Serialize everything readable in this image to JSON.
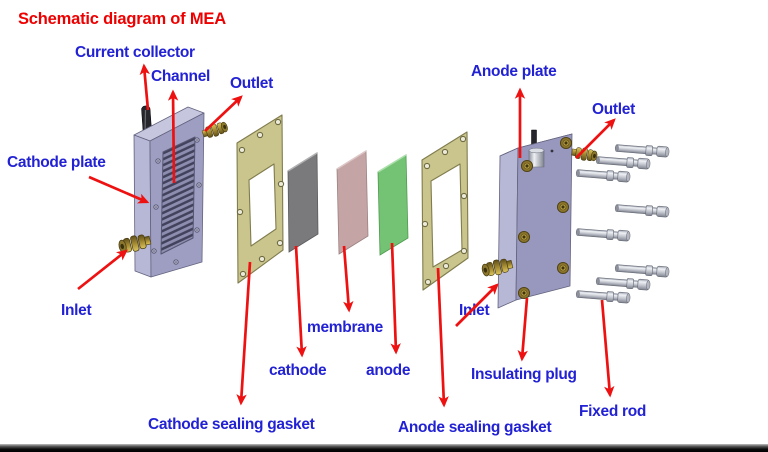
{
  "title": {
    "text": "Schematic diagram of MEA"
  },
  "labels": {
    "current_collector": "Current collector",
    "channel": "Channel",
    "outlet_left": "Outlet",
    "cathode_plate": "Cathode plate",
    "inlet_left": "Inlet",
    "cathode_sealing_gasket": "Cathode sealing gasket",
    "cathode": "cathode",
    "membrane": "membrane",
    "anode": "anode",
    "anode_sealing_gasket": "Anode sealing gasket",
    "anode_plate": "Anode plate",
    "outlet_right": "Outlet",
    "inlet_right": "Inlet",
    "insulating_plug": "Insulating plug",
    "fixed_rod": "Fixed rod"
  },
  "colors": {
    "title_red": "#ee0000",
    "label_blue": "#2222d4",
    "arrow_red": "#ee1111",
    "plate_lavender": "#9e9ec2",
    "gasket_khaki": "#c9c58c",
    "cathode_sheet_gray": "#7a7a7c",
    "membrane_pink": "#c4a4a4",
    "anode_sheet_green": "#74c274",
    "brass_fitting": "#a98f35",
    "rod_silver": "#c7cad2",
    "background": "#ffffff"
  }
}
